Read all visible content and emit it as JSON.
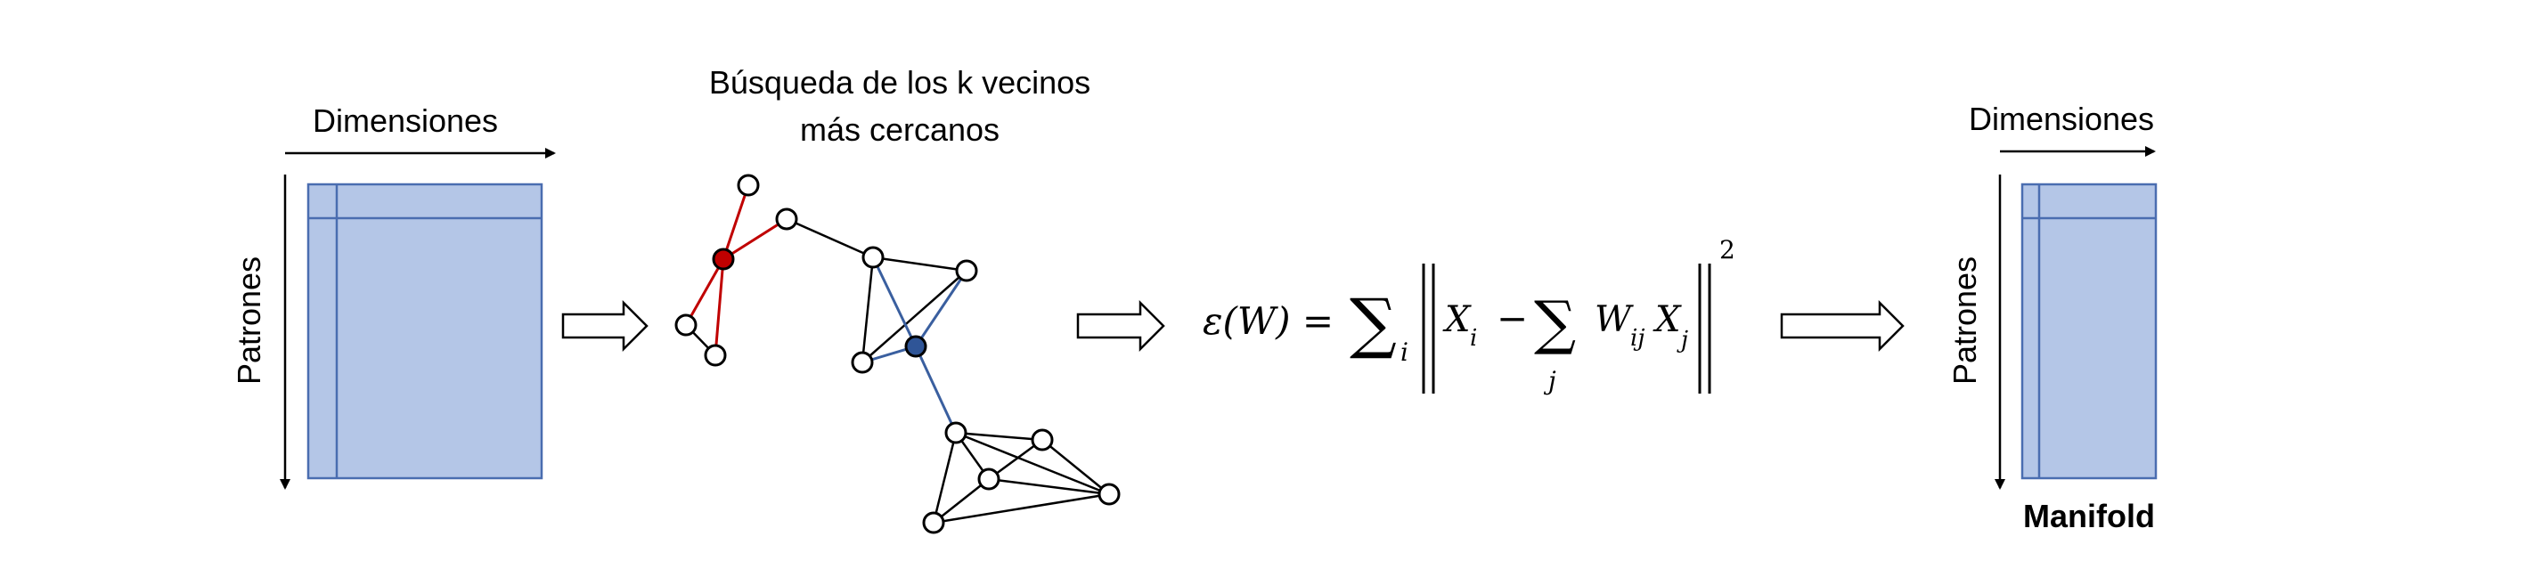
{
  "input_matrix": {
    "top_label": "Dimensiones",
    "side_label": "Patrones"
  },
  "knn": {
    "title_line1": "Búsqueda de los k vecinos",
    "title_line2": "más cercanos"
  },
  "equation": {
    "lhs": "ε(W) = ",
    "sum_i": "∑",
    "sum_i_index": "i",
    "x_i": "X",
    "x_i_sub": "i",
    "minus": "−",
    "sum_j": "∑",
    "sum_j_index": "j",
    "w": "W",
    "w_sub": "ij",
    "x_j": "X",
    "x_j_sub": "j",
    "exponent": "2"
  },
  "output_matrix": {
    "top_label": "Dimensiones",
    "side_label": "Patrones",
    "caption": "Manifold"
  },
  "colors": {
    "matrix_fill": "#b4c6e7",
    "matrix_stroke": "#4a6db0",
    "red_node": "#c00000",
    "red_edge": "#c00000",
    "blue_node": "#2f5597",
    "blue_edge": "#3a5f9f",
    "edge": "#000000"
  }
}
